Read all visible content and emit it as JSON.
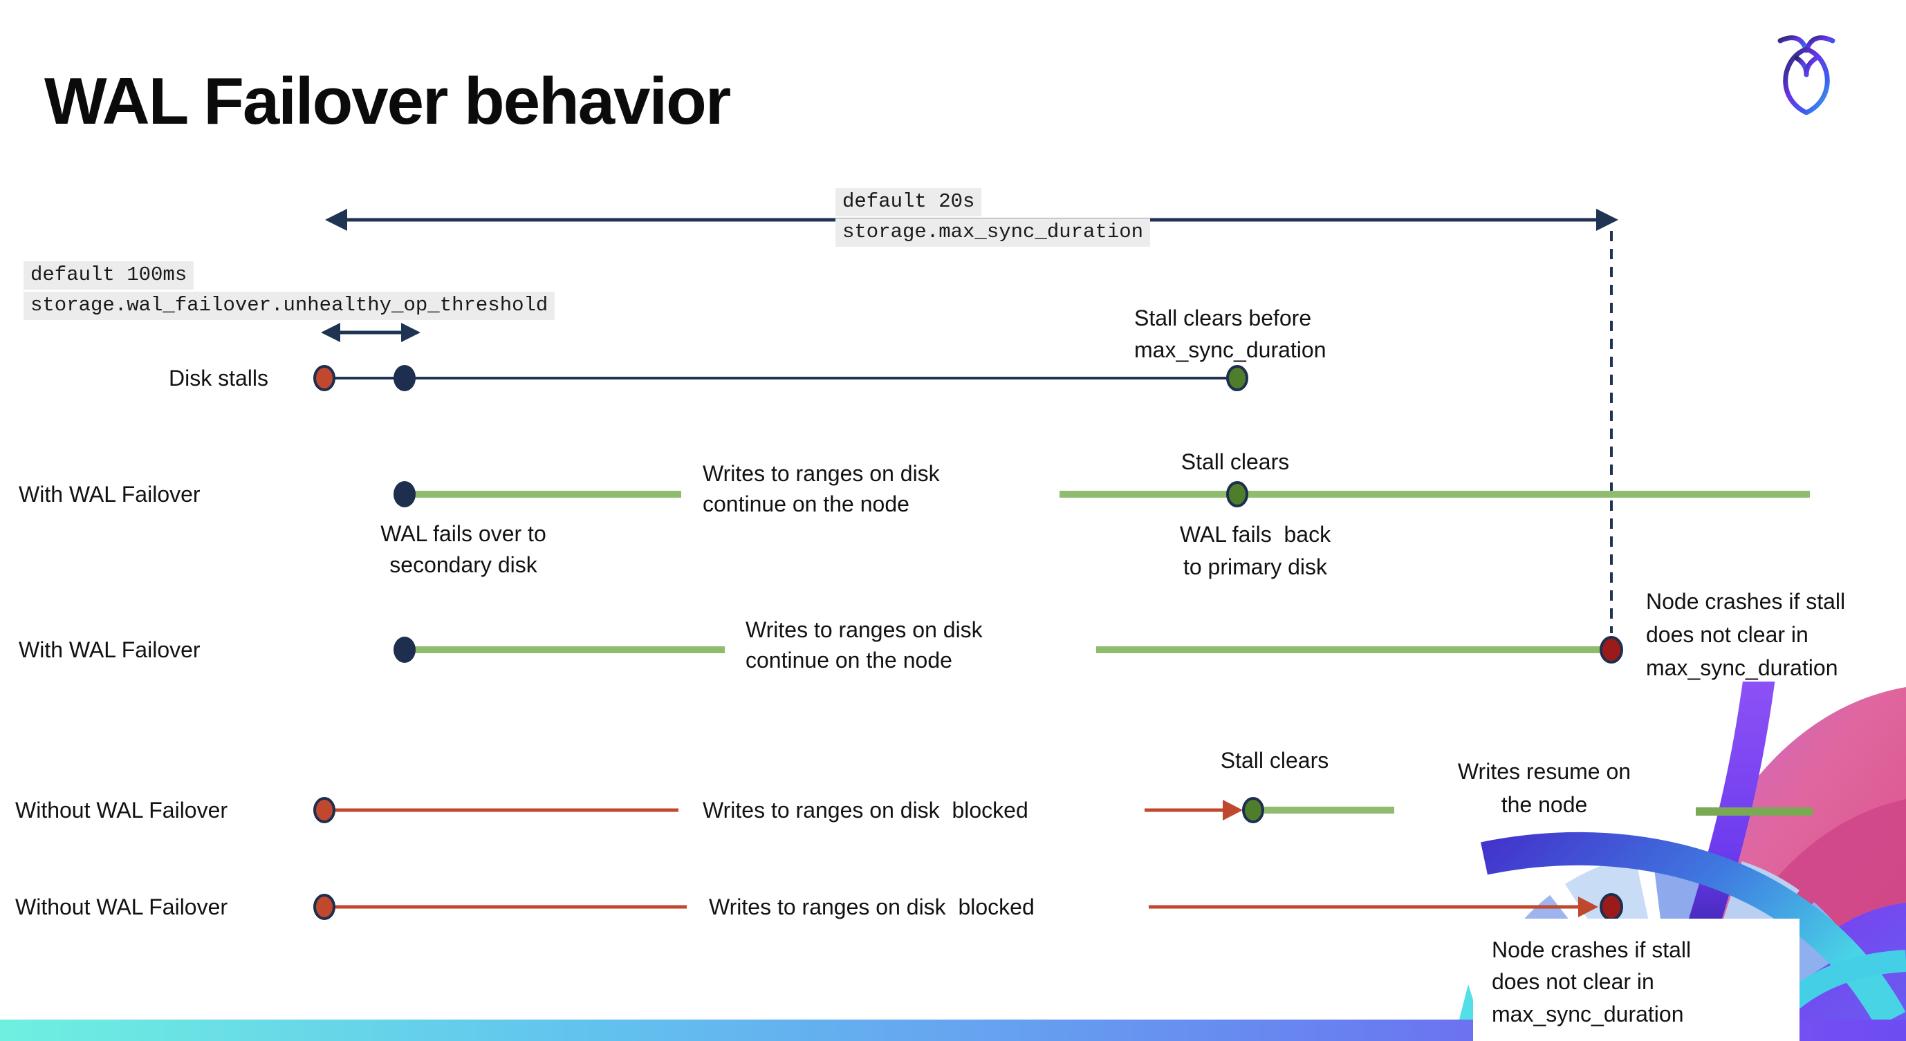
{
  "title": "WAL Failover behavior",
  "icons": {
    "logo": "cockroach-logo"
  },
  "callouts": {
    "max_sync": {
      "line1": "default 20s",
      "line2": "storage.max_sync_duration"
    },
    "op_threshold": {
      "line1": "default 100ms",
      "line2": "storage.wal_failover.unhealthy_op_threshold"
    }
  },
  "rows": [
    {
      "label": "Disk stalls"
    },
    {
      "label": "With WAL Failover"
    },
    {
      "label": "With WAL Failover"
    },
    {
      "label": "Without WAL Failover"
    },
    {
      "label": "Without WAL Failover"
    }
  ],
  "annotations": {
    "stall_clears_before": {
      "line1": "Stall clears before",
      "line2": "max_sync_duration"
    },
    "writes_continue": {
      "line1": "Writes to ranges on disk",
      "line2": "continue on the node"
    },
    "stall_clears": "Stall clears",
    "wal_fails_over": {
      "line1": "WAL fails over to",
      "line2": "secondary disk"
    },
    "wal_fails_back": {
      "line1": "WAL fails  back",
      "line2": "to primary disk"
    },
    "node_crashes": {
      "line1": "Node crashes if stall",
      "line2": "does not clear in",
      "line3": "max_sync_duration"
    },
    "writes_blocked": "Writes to ranges on disk  blocked",
    "writes_resume": {
      "line1": "Writes resume on",
      "line2": "the node"
    }
  },
  "colors": {
    "navy": "#1f3352",
    "green_line": "#8fbc6e",
    "green_dot": "#4e7e2c",
    "red": "#c0482e",
    "dark_red": "#9b1b1b",
    "chip_bg": "#ececec",
    "bar_left": "#6ef0e0",
    "bar_right": "#6d4cf2"
  }
}
